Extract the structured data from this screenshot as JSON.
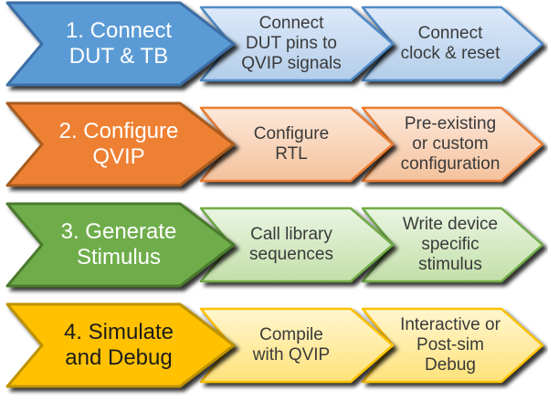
{
  "diagram": {
    "type": "process-flow",
    "rows": 4,
    "columns_per_row": 3
  },
  "rows": [
    {
      "step": "1. Connect\nDUT & TB",
      "detail1": "Connect\nDUT pins to\nQVIP signals",
      "detail2": "Connect\nclock & reset",
      "colors": {
        "main_fill": "#5b9bd5",
        "main_stroke": "#3c6ea5",
        "main_text": "#ffffff",
        "detail_top": "#ddeafa",
        "detail_bottom": "#b3cde9",
        "detail_stroke": "#4f8ac9",
        "detail_text": "#3a3a3a"
      }
    },
    {
      "step": "2. Configure\nQVIP",
      "detail1": "Configure\nRTL",
      "detail2": "Pre-existing\nor custom\nconfiguration",
      "colors": {
        "main_fill": "#ee8033",
        "main_stroke": "#a85b1e",
        "main_text": "#ffffff",
        "detail_top": "#fde8da",
        "detail_bottom": "#f4c29c",
        "detail_stroke": "#ed7d31",
        "detail_text": "#3a3a3a"
      }
    },
    {
      "step": "3. Generate\nStimulus",
      "detail1": "Call library\nsequences",
      "detail2": "Write device\nspecific\nstimulus",
      "colors": {
        "main_fill": "#6fad4b",
        "main_stroke": "#4a7a2c",
        "main_text": "#ffffff",
        "detail_top": "#eaf5e2",
        "detail_bottom": "#c3dfa9",
        "detail_stroke": "#71ad47",
        "detail_text": "#3a3a3a"
      }
    },
    {
      "step": "4. Simulate\nand Debug",
      "detail1": "Compile\nwith QVIP",
      "detail2": "Interactive or\nPost-sim\nDebug",
      "colors": {
        "main_fill": "#ffc100",
        "main_stroke": "#bd9200",
        "main_text": "#1c1c1c",
        "detail_top": "#fff6cf",
        "detail_bottom": "#ffe27a",
        "detail_stroke": "#fec100",
        "detail_text": "#3a3a3a"
      }
    }
  ]
}
